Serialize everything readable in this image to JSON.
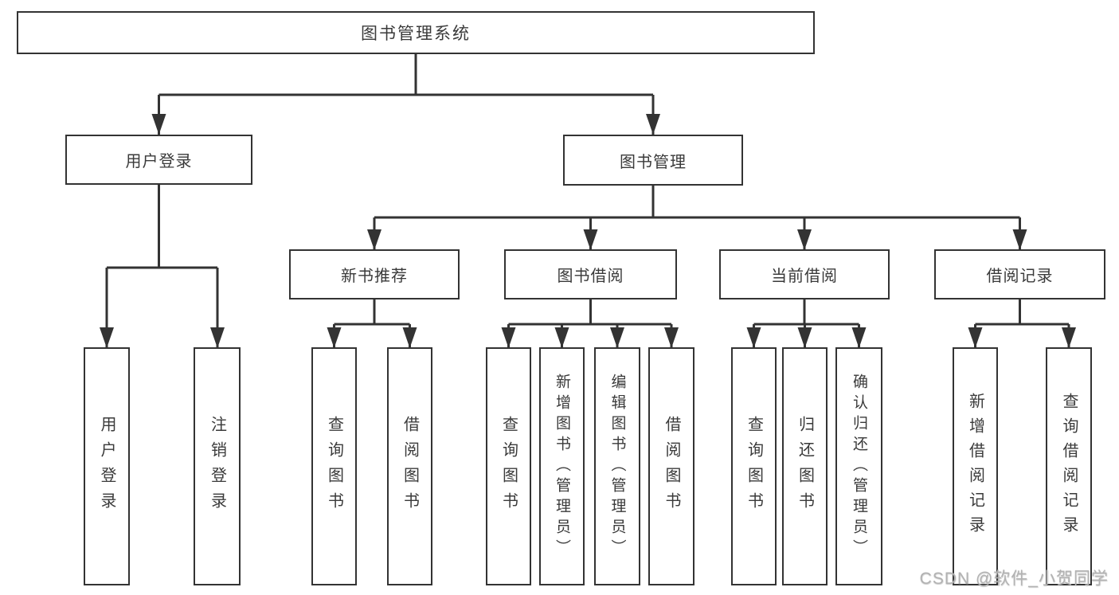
{
  "diagram": {
    "root": {
      "label": "图书管理系统"
    },
    "level2": [
      {
        "label": "用户登录"
      },
      {
        "label": "图书管理"
      }
    ],
    "level3": [
      {
        "label": "新书推荐",
        "parent": "图书管理"
      },
      {
        "label": "图书借阅",
        "parent": "图书管理"
      },
      {
        "label": "当前借阅",
        "parent": "图书管理"
      },
      {
        "label": "借阅记录",
        "parent": "图书管理"
      }
    ],
    "leaves": [
      {
        "label": "用户登录",
        "parent": "用户登录"
      },
      {
        "label": "注销登录",
        "parent": "用户登录"
      },
      {
        "label": "查询图书",
        "parent": "新书推荐"
      },
      {
        "label": "借阅图书",
        "parent": "新书推荐"
      },
      {
        "label": "查询图书",
        "parent": "图书借阅"
      },
      {
        "label": "新增图书（管理员）",
        "parent": "图书借阅"
      },
      {
        "label": "编辑图书（管理员）",
        "parent": "图书借阅"
      },
      {
        "label": "借阅图书",
        "parent": "图书借阅"
      },
      {
        "label": "查询图书",
        "parent": "当前借阅"
      },
      {
        "label": "归还图书",
        "parent": "当前借阅"
      },
      {
        "label": "确认归还（管理员）",
        "parent": "当前借阅"
      },
      {
        "label": "新增借阅记录",
        "parent": "借阅记录"
      },
      {
        "label": "查询借阅记录",
        "parent": "借阅记录"
      }
    ],
    "watermark": "CSDN @软件_小贺同学",
    "colors": {
      "line": "#333333",
      "text": "#3a3a3a",
      "watermark": "#b2b2b2",
      "background": "#ffffff"
    }
  }
}
